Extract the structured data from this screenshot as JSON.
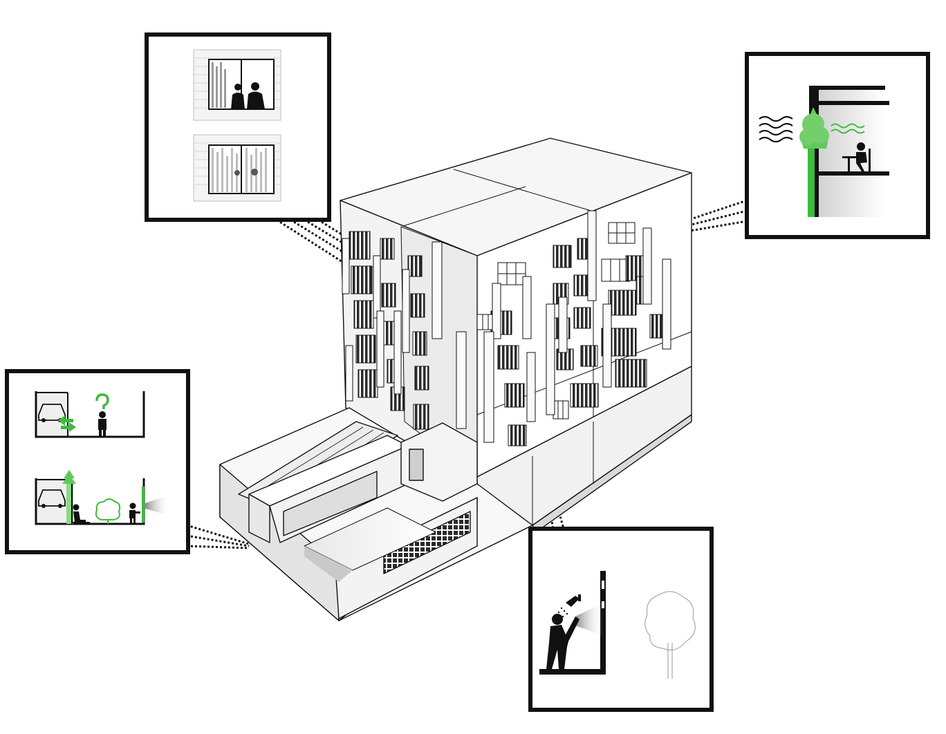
{
  "diagram": {
    "colors": {
      "ink": "#111111",
      "accent_green": "#3dbb3a",
      "light_green": "#8fd68a",
      "wall_light": "#f2f2f2",
      "wall_mid": "#dcdcdc",
      "wall_shadow": "#b9b9b9",
      "louver": "#2a2a2a"
    },
    "callouts": [
      {
        "id": "window-privacy",
        "icons": [
          "people-at-window-icon",
          "screened-window-icon"
        ]
      },
      {
        "id": "balcony-buffer",
        "icons": [
          "wind-waves-icon",
          "tree-icon",
          "warm-air-waves-icon",
          "person-dining-icon"
        ]
      },
      {
        "id": "ground-floor-parking",
        "icons": [
          "car-icon",
          "exchange-arrows-icon",
          "question-mark-icon",
          "standing-person-icon",
          "pine-tree-icon",
          "seated-person-icon",
          "bush-icon",
          "viewing-person-icon",
          "light-beam-icon"
        ]
      },
      {
        "id": "shower-view",
        "icons": [
          "shower-head-icon",
          "showering-person-icon",
          "light-beam-icon",
          "tree-outline-icon"
        ]
      }
    ]
  }
}
